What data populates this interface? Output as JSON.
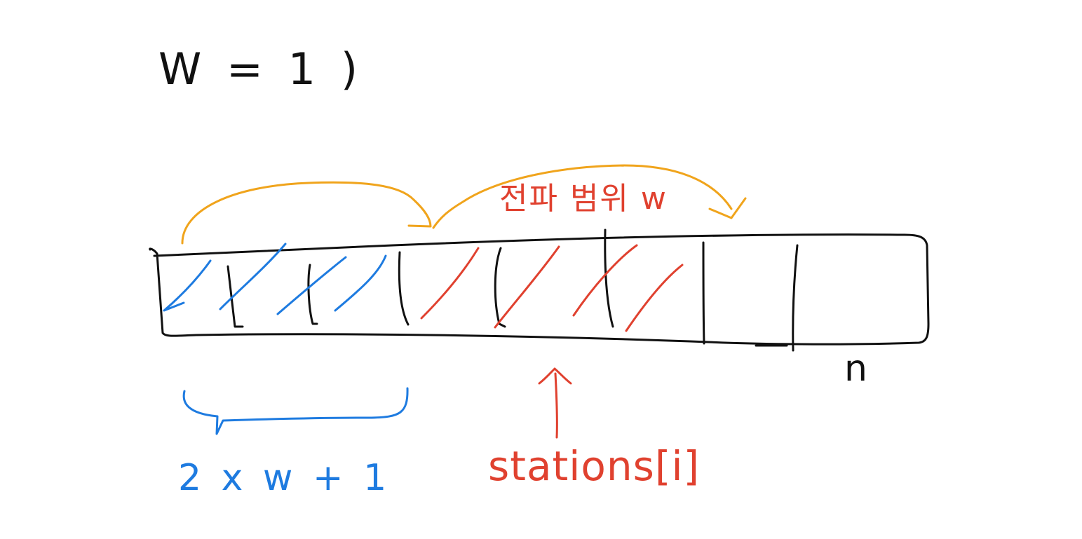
{
  "labels": {
    "w_value": "W = 1 )",
    "range_label": "전파 범위 w",
    "n_label": "n",
    "coverage_formula": "2 x w + 1",
    "stations_label": "stations[i]"
  },
  "colors": {
    "background": "#ffffff",
    "black": "#111111",
    "blue": "#1e7be0",
    "red": "#e0412f",
    "orange": "#f0a41c"
  }
}
